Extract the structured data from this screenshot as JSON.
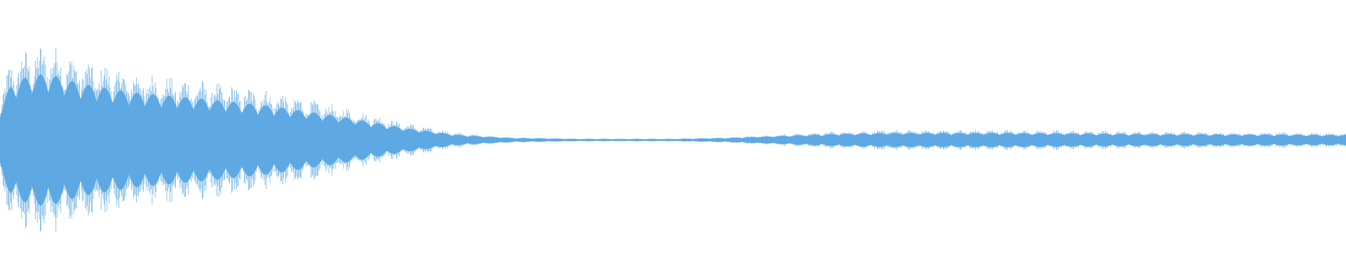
{
  "waveform": {
    "color": "#5ea9e3",
    "background": "#ffffff",
    "envelope_profile": [
      {
        "t": 0.0,
        "amp": 0.3
      },
      {
        "t": 0.008,
        "amp": 0.55
      },
      {
        "t": 0.02,
        "amp": 0.63
      },
      {
        "t": 0.035,
        "amp": 0.66
      },
      {
        "t": 0.06,
        "amp": 0.56
      },
      {
        "t": 0.1,
        "amp": 0.47
      },
      {
        "t": 0.15,
        "amp": 0.41
      },
      {
        "t": 0.2,
        "amp": 0.34
      },
      {
        "t": 0.25,
        "amp": 0.24
      },
      {
        "t": 0.3,
        "amp": 0.12
      },
      {
        "t": 0.34,
        "amp": 0.05
      },
      {
        "t": 0.38,
        "amp": 0.02
      },
      {
        "t": 0.43,
        "amp": 0.01
      },
      {
        "t": 0.5,
        "amp": 0.01
      },
      {
        "t": 0.54,
        "amp": 0.02
      },
      {
        "t": 0.58,
        "amp": 0.04
      },
      {
        "t": 0.62,
        "amp": 0.06
      },
      {
        "t": 0.66,
        "amp": 0.07
      },
      {
        "t": 0.75,
        "amp": 0.07
      },
      {
        "t": 0.85,
        "amp": 0.06
      },
      {
        "t": 1.0,
        "amp": 0.05
      }
    ]
  }
}
